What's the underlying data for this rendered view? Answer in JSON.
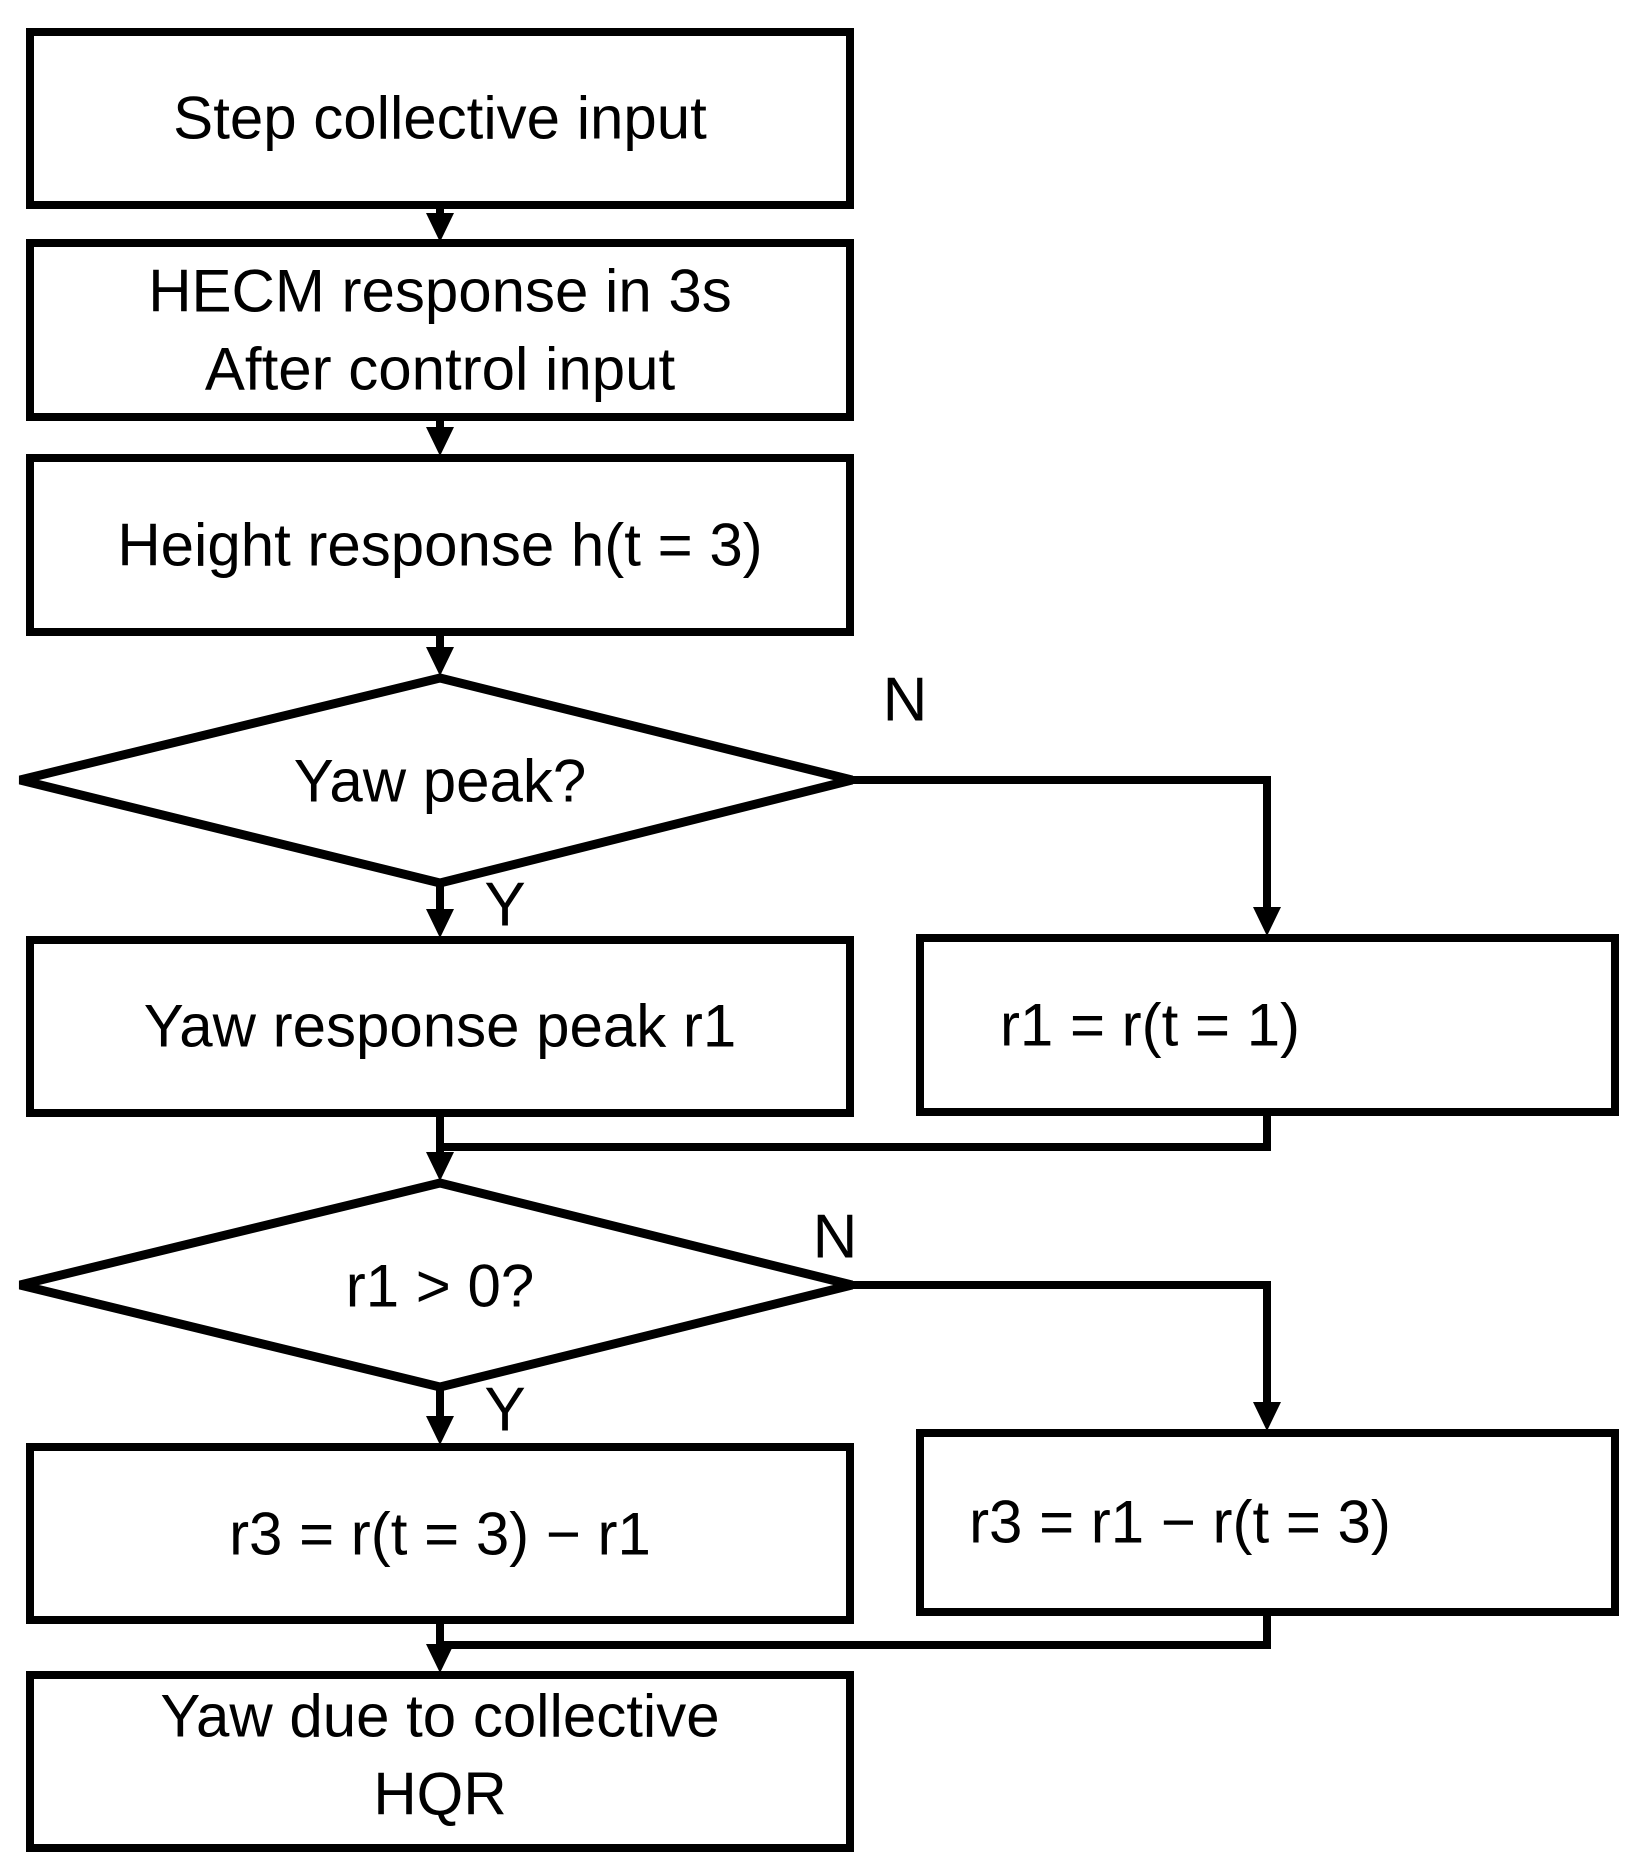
{
  "flowchart": {
    "background_color": "#ffffff",
    "line_color": "#000000",
    "nodes": {
      "step_input": {
        "type": "process",
        "label": "Step collective input"
      },
      "hecm_response": {
        "type": "process",
        "line1": "HECM response in 3s",
        "line2": "After control input"
      },
      "height_response": {
        "type": "process",
        "label": "Height response h(t = 3)"
      },
      "yaw_peak_decision": {
        "type": "decision",
        "label": "Yaw peak?"
      },
      "yaw_response_peak": {
        "type": "process",
        "label": "Yaw response peak r1"
      },
      "r1_from_t1": {
        "type": "process",
        "label": "r1 = r(t = 1)"
      },
      "r1_positive_decision": {
        "type": "decision",
        "label": "r1 > 0?"
      },
      "r3_pos": {
        "type": "process",
        "label": "r3 = r(t = 3) − r1"
      },
      "r3_neg": {
        "type": "process",
        "label": "r3 = r1 − r(t = 3)"
      },
      "hqr_result": {
        "type": "terminal",
        "line1": "Yaw due to collective",
        "line2": "HQR"
      }
    },
    "branch_labels": {
      "yaw_peak_yes": "Y",
      "yaw_peak_no": "N",
      "r1_positive_yes": "Y",
      "r1_positive_no": "N"
    }
  }
}
